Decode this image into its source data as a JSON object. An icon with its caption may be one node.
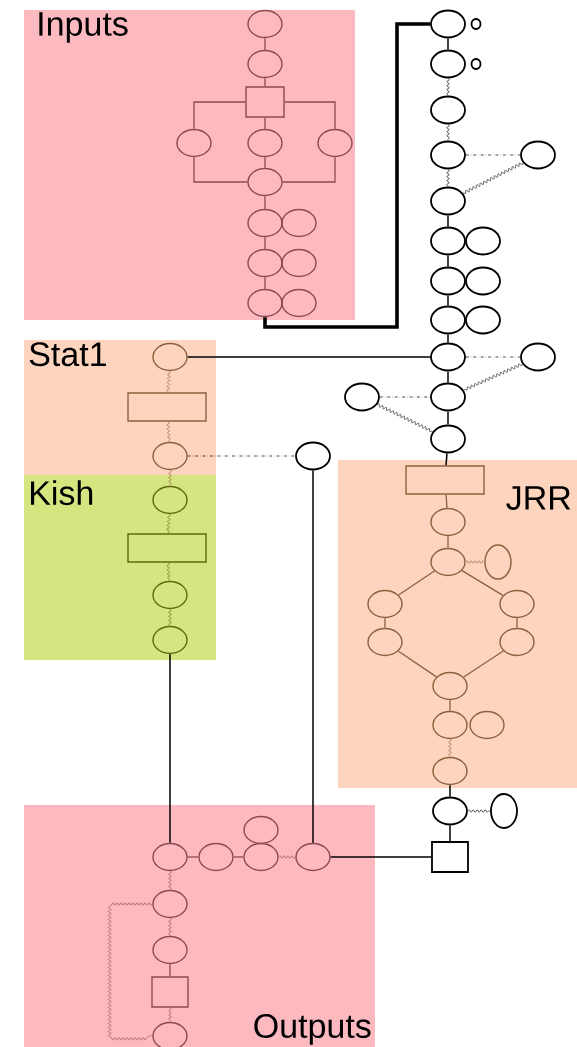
{
  "diagram": {
    "nodes": [
      {
        "text": [
          "Inputs"
        ]
      },
      {
        "text": [],
        "shape": "circle",
        "in": 0
      },
      {
        "text": [],
        "shape": "circle",
        "in": 0
      },
      {
        "text": [],
        "shape": "box",
        "in": 0
      },
      {
        "text": [],
        "shape": "circle",
        "in": 0
      },
      {
        "text": [],
        "shape": "circle",
        "in": 0
      },
      {
        "text": [],
        "shape": "circle",
        "in": 0
      },
      {
        "text": [],
        "shape": "circle",
        "in": 0
      },
      {
        "text": [],
        "shape": "circle",
        "in": 0
      },
      {
        "text": [],
        "shape": "circle",
        "in": 0
      },
      {
        "text": [],
        "shape": "circle",
        "in": 0
      },
      {
        "text": [],
        "shape": "circle",
        "in": 0
      },
      {
        "text": [],
        "shape": "circle",
        "in": 0
      },
      {
        "text": [],
        "shape": "circle",
        "in": 0
      },
      {
        "text": [],
        "shape": "circle"
      },
      {
        "text": [],
        "shape": "circle"
      },
      {
        "text": [],
        "shape": "circle"
      },
      {
        "text": [],
        "shape": "circle"
      },
      {
        "text": [],
        "shape": "circle"
      },
      {
        "text": [],
        "shape": "circle"
      },
      {
        "text": [],
        "shape": "circle"
      },
      {
        "text": [],
        "shape": "circle"
      },
      {
        "text": [],
        "shape": "circle"
      },
      {
        "text": [],
        "shape": "circle"
      },
      {
        "text": [],
        "shape": "circle"
      },
      {
        "text": [],
        "shape": "circle"
      },
      {
        "text": [],
        "shape": "circle"
      },
      {
        "text": [],
        "shape": "circle"
      },
      {
        "text": [
          "Stat1"
        ]
      },
      {
        "text": [],
        "shape": "circle",
        "in": 28
      },
      {
        "text": [],
        "shape": "box",
        "in": 28
      },
      {
        "text": [],
        "shape": "circle",
        "in": 28
      },
      {
        "text": [],
        "shape": "circle"
      },
      {
        "text": [],
        "shape": "circle"
      },
      {
        "text": [],
        "shape": "circle"
      },
      {
        "text": [],
        "shape": "circle"
      },
      {
        "text": [],
        "shape": "circle"
      },
      {
        "text": [],
        "shape": "circle"
      },
      {
        "text": [
          "Kish"
        ]
      },
      {
        "text": [],
        "shape": "circle",
        "in": 38
      },
      {
        "text": [],
        "shape": "box",
        "in": 38
      },
      {
        "text": [],
        "shape": "circle",
        "in": 38
      },
      {
        "text": [],
        "shape": "circle",
        "in": 38
      },
      {
        "text": [
          "JRR"
        ]
      },
      {
        "text": [],
        "shape": "box",
        "in": 43
      },
      {
        "text": [],
        "shape": "circle",
        "in": 43
      },
      {
        "text": [],
        "shape": "circle",
        "in": 43
      },
      {
        "text": [],
        "shape": "circle",
        "in": 43
      },
      {
        "text": [],
        "shape": "circle",
        "in": 43
      },
      {
        "text": [],
        "shape": "circle",
        "in": 43
      },
      {
        "text": [],
        "shape": "circle",
        "in": 43
      },
      {
        "text": [],
        "shape": "circle",
        "in": 43
      },
      {
        "text": [],
        "shape": "circle",
        "in": 43
      },
      {
        "text": [],
        "shape": "circle",
        "in": 43
      },
      {
        "text": [],
        "shape": "circle",
        "in": 43
      },
      {
        "text": [],
        "shape": "circle",
        "in": 43
      },
      {
        "text": [],
        "shape": "circle"
      },
      {
        "text": [],
        "shape": "circle"
      },
      {
        "text": [],
        "shape": "box"
      },
      {
        "text": [
          "Outputs"
        ]
      },
      {
        "text": [],
        "shape": "circle",
        "in": 59
      },
      {
        "text": [],
        "shape": "circle",
        "in": 59
      },
      {
        "text": [],
        "shape": "circle",
        "in": 59
      },
      {
        "text": [],
        "shape": "circle",
        "in": 59
      },
      {
        "text": [],
        "shape": "circle",
        "in": 59
      },
      {
        "text": [],
        "shape": "circle",
        "in": 59
      },
      {
        "text": [],
        "shape": "circle",
        "in": 59
      },
      {
        "text": [],
        "shape": "box",
        "in": 59
      },
      {
        "text": [],
        "shape": "circle",
        "in": 59
      }
    ],
    "edges": [
      {
        "from": 1,
        "to": 2,
        "arrow": "none",
        "color": "#8a4a50"
      },
      {
        "from": 2,
        "to": 3,
        "arrow": "none",
        "color": "#8a4a50"
      },
      {
        "from": 3,
        "to": 4,
        "arrow": "none",
        "color": "#8a4a50"
      },
      {
        "from": 3,
        "to": 5,
        "arrow": "none",
        "color": "#8a4a50"
      },
      {
        "from": 3,
        "to": 6,
        "arrow": "none",
        "color": "#8a4a50"
      },
      {
        "from": 4,
        "to": 7,
        "arrow": "none",
        "color": "#8a4a50"
      },
      {
        "from": 5,
        "to": 7,
        "arrow": "none",
        "color": "#8a4a50"
      },
      {
        "from": 6,
        "to": 7,
        "arrow": "none",
        "color": "#8a4a50"
      },
      {
        "from": 7,
        "to": 8,
        "arrow": "none",
        "color": "#8a4a50"
      },
      {
        "from": 8,
        "to": 10,
        "arrow": "none",
        "color": "#8a4a50"
      },
      {
        "from": 10,
        "to": 12,
        "arrow": "none",
        "color": "#8a4a50"
      },
      {
        "from": 12,
        "to": 14,
        "arrow": "none",
        "style": "thick"
      },
      {
        "from": 14,
        "to": 16,
        "arrow": "none"
      },
      {
        "from": 16,
        "to": 18,
        "arrow": "none"
      },
      {
        "from": 18,
        "to": 19,
        "arrow": "none"
      },
      {
        "from": 19,
        "to": 21,
        "arrow": "none"
      },
      {
        "from": 19,
        "to": 20,
        "arrow": "none",
        "style": "dashed"
      },
      {
        "from": 20,
        "to": 21,
        "arrow": "none"
      },
      {
        "from": 21,
        "to": 22,
        "arrow": "none"
      },
      {
        "from": 22,
        "to": 24,
        "arrow": "none"
      },
      {
        "from": 24,
        "to": 26,
        "arrow": "none"
      },
      {
        "from": 26,
        "to": 32,
        "arrow": "none"
      },
      {
        "from": 32,
        "to": 35,
        "arrow": "none"
      },
      {
        "from": 35,
        "to": 36,
        "arrow": "none"
      },
      {
        "from": 32,
        "to": 33,
        "arrow": "none",
        "style": "dashed"
      },
      {
        "from": 33,
        "to": 35,
        "arrow": "none"
      },
      {
        "from": 34,
        "to": 35,
        "arrow": "none",
        "style": "dashed"
      },
      {
        "from": 34,
        "to": 36,
        "arrow": "none"
      },
      {
        "from": 29,
        "to": 30,
        "arrow": "none",
        "color": "#8f6040"
      },
      {
        "from": 30,
        "to": 31,
        "arrow": "none",
        "color": "#8f6040"
      },
      {
        "from": 29,
        "to": 32,
        "arrow": "none"
      },
      {
        "from": 31,
        "to": 37,
        "arrow": "none",
        "style": "dashed"
      },
      {
        "from": 31,
        "to": 39,
        "arrow": "none",
        "color": "#8f6040"
      },
      {
        "from": 39,
        "to": 40,
        "arrow": "none",
        "color": "#5d6b0e"
      },
      {
        "from": 40,
        "to": 41,
        "arrow": "none",
        "color": "#5d6b0e"
      },
      {
        "from": 41,
        "to": 42,
        "arrow": "none",
        "color": "#5d6b0e"
      },
      {
        "from": 42,
        "to": 61,
        "arrow": "none"
      },
      {
        "from": 37,
        "to": 64,
        "arrow": "none"
      },
      {
        "from": 36,
        "to": 44,
        "arrow": "none"
      },
      {
        "from": 44,
        "to": 45,
        "arrow": "none",
        "color": "#8f6040"
      },
      {
        "from": 45,
        "to": 46,
        "arrow": "none",
        "color": "#8f6040"
      },
      {
        "from": 46,
        "to": 47,
        "arrow": "none",
        "color": "#8f6040"
      },
      {
        "from": 46,
        "to": 48,
        "arrow": "none",
        "color": "#8f6040"
      },
      {
        "from": 46,
        "to": 49,
        "arrow": "none",
        "color": "#8f6040"
      },
      {
        "from": 48,
        "to": 50,
        "arrow": "none",
        "color": "#8f6040"
      },
      {
        "from": 49,
        "to": 51,
        "arrow": "none",
        "color": "#8f6040"
      },
      {
        "from": 50,
        "to": 52,
        "arrow": "none",
        "color": "#8f6040"
      },
      {
        "from": 51,
        "to": 52,
        "arrow": "none",
        "color": "#8f6040"
      },
      {
        "from": 52,
        "to": 53,
        "arrow": "none",
        "color": "#8f6040"
      },
      {
        "from": 53,
        "to": 55,
        "arrow": "none",
        "color": "#8f6040"
      },
      {
        "from": 55,
        "to": 56,
        "arrow": "none"
      },
      {
        "from": 56,
        "to": 57,
        "arrow": "none"
      },
      {
        "from": 56,
        "to": 58,
        "arrow": "none"
      },
      {
        "from": 61,
        "to": 62,
        "arrow": "none",
        "color": "#8a4a50"
      },
      {
        "from": 62,
        "to": 63,
        "arrow": "none",
        "color": "#8a4a50"
      },
      {
        "from": 63,
        "to": 64,
        "arrow": "none",
        "color": "#8a4a50"
      },
      {
        "from": 64,
        "to": 58,
        "arrow": "none"
      },
      {
        "from": 61,
        "to": 65,
        "arrow": "none",
        "color": "#8a4a50"
      },
      {
        "from": 65,
        "to": 66,
        "arrow": "none",
        "color": "#8a4a50"
      },
      {
        "from": 66,
        "to": 67,
        "arrow": "none",
        "color": "#8a4a50"
      },
      {
        "from": 67,
        "to": 68,
        "arrow": "none",
        "color": "#8a4a50"
      },
      {
        "from": 65,
        "to": 68,
        "arrow": "none",
        "color": "#8a4a50"
      }
    ]
  }
}
